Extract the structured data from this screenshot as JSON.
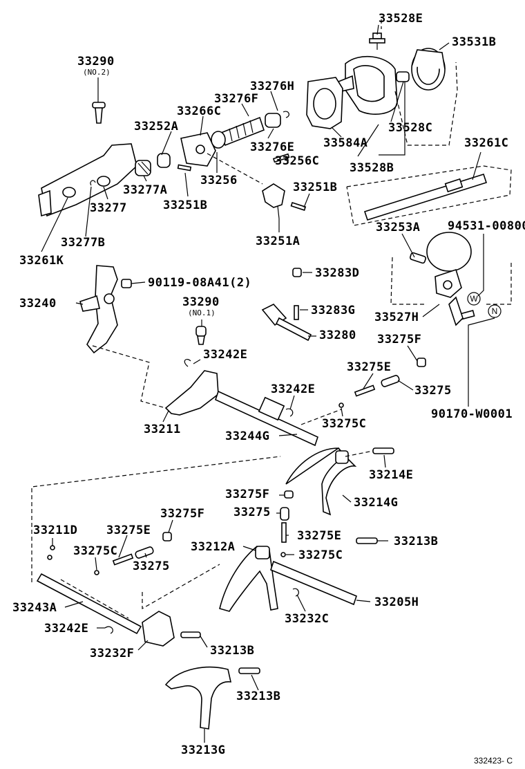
{
  "labels": {
    "p33528E": "33528E",
    "p33531B": "33531B",
    "p33290_top": "33290",
    "p33290_top_sub": "(NO.2)",
    "p33276H": "33276H",
    "p33276F": "33276F",
    "p33266C": "33266C",
    "p33252A": "33252A",
    "p33584A": "33584A",
    "p33528C": "33528C",
    "p33276E": "33276E",
    "p33256C": "33256C",
    "p33528B": "33528B",
    "p33261C": "33261C",
    "p33277A": "33277A",
    "p33256": "33256",
    "p33251B_r": "33251B",
    "p33277": "33277",
    "p33251B_l": "33251B",
    "p33261K": "33261K",
    "p33277B": "33277B",
    "p33251A": "33251A",
    "p33253A": "33253A",
    "p94531": "94531-00800",
    "p33283D": "33283D",
    "p90119": "90119-08A41(2)",
    "p33240": "33240",
    "p33290_mid": "33290",
    "p33290_mid_sub": "(NO.1)",
    "p33283G": "33283G",
    "p33527H": "33527H",
    "p33280": "33280",
    "p33275F_r": "33275F",
    "p33242E_a": "33242E",
    "p33275E_r": "33275E",
    "p33242E_b": "33242E",
    "p33275_r": "33275",
    "p33211": "33211",
    "p33275C_a": "33275C",
    "p90170": "90170-W0001",
    "p33244G": "33244G",
    "p33214E": "33214E",
    "p33275F_m": "33275F",
    "p33214G": "33214G",
    "p33275_m": "33275",
    "p33275F_l": "33275F",
    "p33211D": "33211D",
    "p33275E_l": "33275E",
    "p33275E_m": "33275E",
    "p33213B_a": "33213B",
    "p33212A": "33212A",
    "p33275C_l": "33275C",
    "p33275C_b": "33275C",
    "p33275_l": "33275",
    "p33205H": "33205H",
    "p33243A": "33243A",
    "p33232C": "33232C",
    "p33242E_c": "33242E",
    "p33232F": "33232F",
    "p33213B_b": "33213B",
    "p33213B_c": "33213B",
    "p33213G": "33213G",
    "markW": "W",
    "markN": "N",
    "code": "332423- C"
  }
}
